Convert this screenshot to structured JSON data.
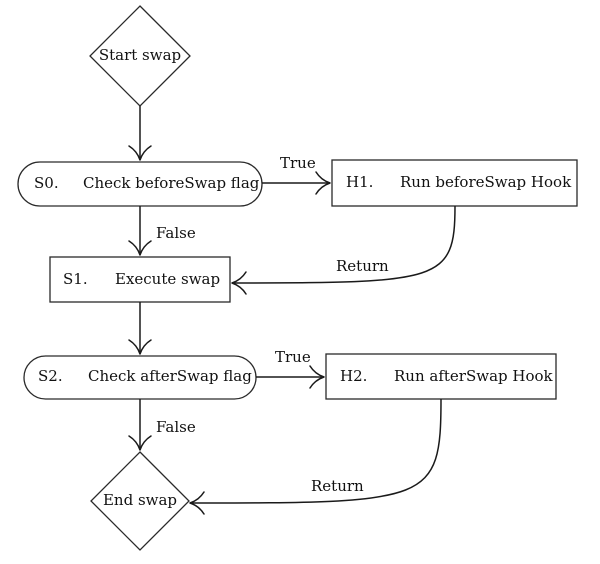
{
  "diagram": {
    "start": {
      "label": "Start swap"
    },
    "s0": {
      "id": "S0.",
      "label": "Check beforeSwap flag"
    },
    "h1": {
      "id": "H1.",
      "label": "Run beforeSwap Hook"
    },
    "s1": {
      "id": "S1.",
      "label": "Execute swap"
    },
    "s2": {
      "id": "S2.",
      "label": "Check afterSwap flag"
    },
    "h2": {
      "id": "H2.",
      "label": "Run afterSwap Hook"
    },
    "end": {
      "label": "End swap"
    },
    "edge_labels": {
      "s0_true": "True",
      "s0_false": "False",
      "h1_return": "Return",
      "s2_true": "True",
      "s2_false": "False",
      "h2_return": "Return"
    }
  }
}
